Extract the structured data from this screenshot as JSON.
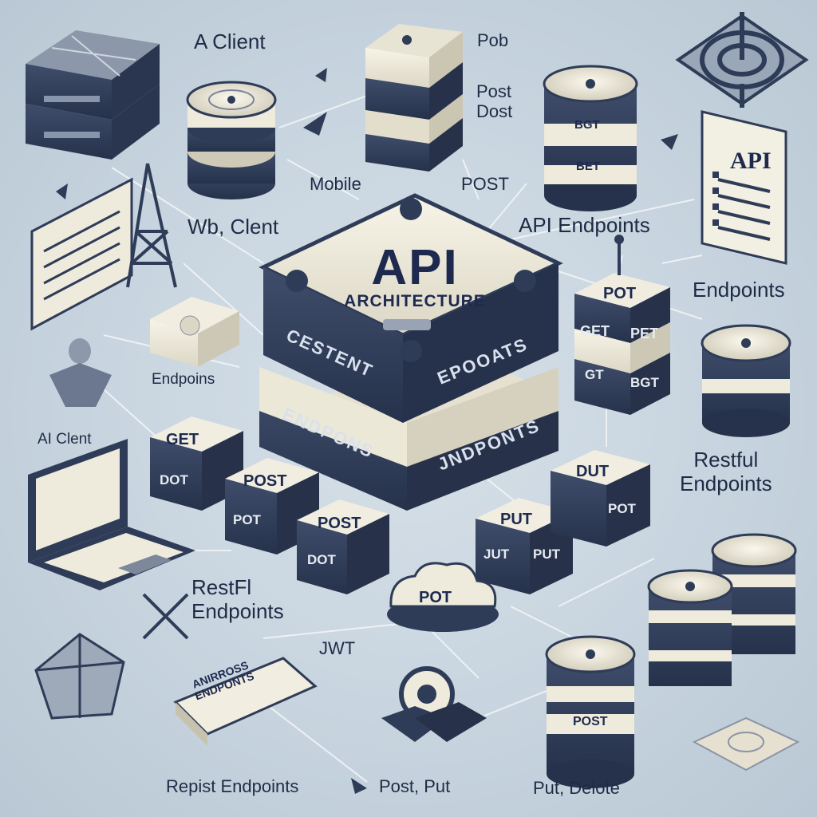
{
  "diagram": {
    "title": "API",
    "subtitle": "ARCHITECTURE",
    "hub_front_left": "CESTENT",
    "hub_front_right": "EPOOATS",
    "hub_lower_left": "ENDPONS",
    "hub_lower_right": "JNDPONTS",
    "labels": {
      "client_top": "A Client",
      "pob": "Pob",
      "post_dost": "Post\nDost",
      "mobile": "Mobile",
      "post_mid": "POST",
      "wb_client": "Wb, Clent",
      "api_endpoints": "API Endpoints",
      "endpoints_right": "Endpoints",
      "endpoins_left": "Endpoins",
      "ai_clent": "AI Clent",
      "restful_right": "Restful\nEndpoints",
      "restfl_left": "RestFl\nEndpoints",
      "jwt": "JWT",
      "repist": "Repist Endpoints",
      "post_put": "Post, Put",
      "put_delete": "Put, Delote"
    },
    "blocks": {
      "get_left_top": "GET",
      "get_left_bottom": "DOT",
      "post_a_top": "POST",
      "post_a_bottom": "POT",
      "post_b_top": "POST",
      "post_b_bottom": "DOT",
      "cloud": "POT",
      "put_a_top": "PUT",
      "put_a_bottom_left": "JUT",
      "put_a_bottom_right": "PUT",
      "dut_top": "DUT",
      "dut_bottom": "POT",
      "stack_right_top": "POT",
      "stack_right_mid_left": "GET",
      "stack_right_mid_right": "PET",
      "stack_right_low_left": "GT",
      "stack_right_low_right": "BGT",
      "db_top_right_a": "BGT",
      "db_top_right_b": "BET",
      "db_bottom_center": "POST",
      "doc_api": "API",
      "sign": "ANIRROSS\nENDPONTS"
    }
  },
  "colors": {
    "background": "#c9d5df",
    "navy": "#2f3c58",
    "cream": "#eeeadc",
    "text": "#1f2b45"
  },
  "icons": [
    "server-rack-icon",
    "web-client-icon",
    "radio-tower-icon",
    "gateway-icon",
    "laptop-icon",
    "network-icon",
    "gear-icon",
    "cloud-icon",
    "database-icon",
    "target-icon",
    "document-icon",
    "pointer-icon",
    "shield-icon"
  ]
}
